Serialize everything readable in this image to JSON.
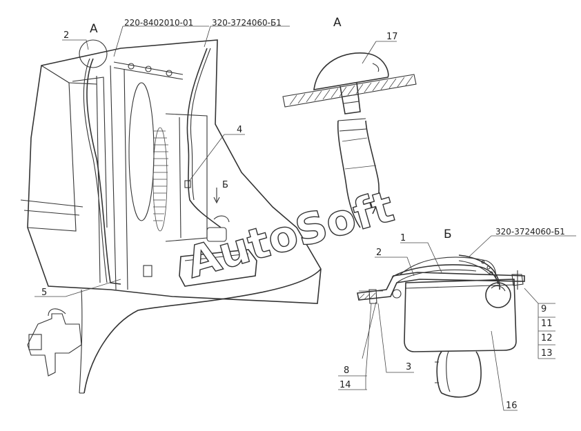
{
  "view_labels": {
    "a_main": "А",
    "a_detail": "А",
    "b_arrow": "Б",
    "b_detail": "Б"
  },
  "part_codes": {
    "cab": "220-8402010-01",
    "hose_main": "320-3724060-Б1",
    "hose_detail": "320-3724060-Б1"
  },
  "callouts": {
    "n1": "1",
    "n2_main": "2",
    "n2_detail": "2",
    "n3": "3",
    "n4": "4",
    "n5": "5",
    "n8": "8",
    "n9": "9",
    "n11": "11",
    "n12": "12",
    "n13": "13",
    "n14": "14",
    "n16": "16",
    "n17": "17"
  },
  "watermark": "AutoSoft",
  "colors": {
    "line": "#333333",
    "background": "#ffffff",
    "label": "#222222"
  }
}
